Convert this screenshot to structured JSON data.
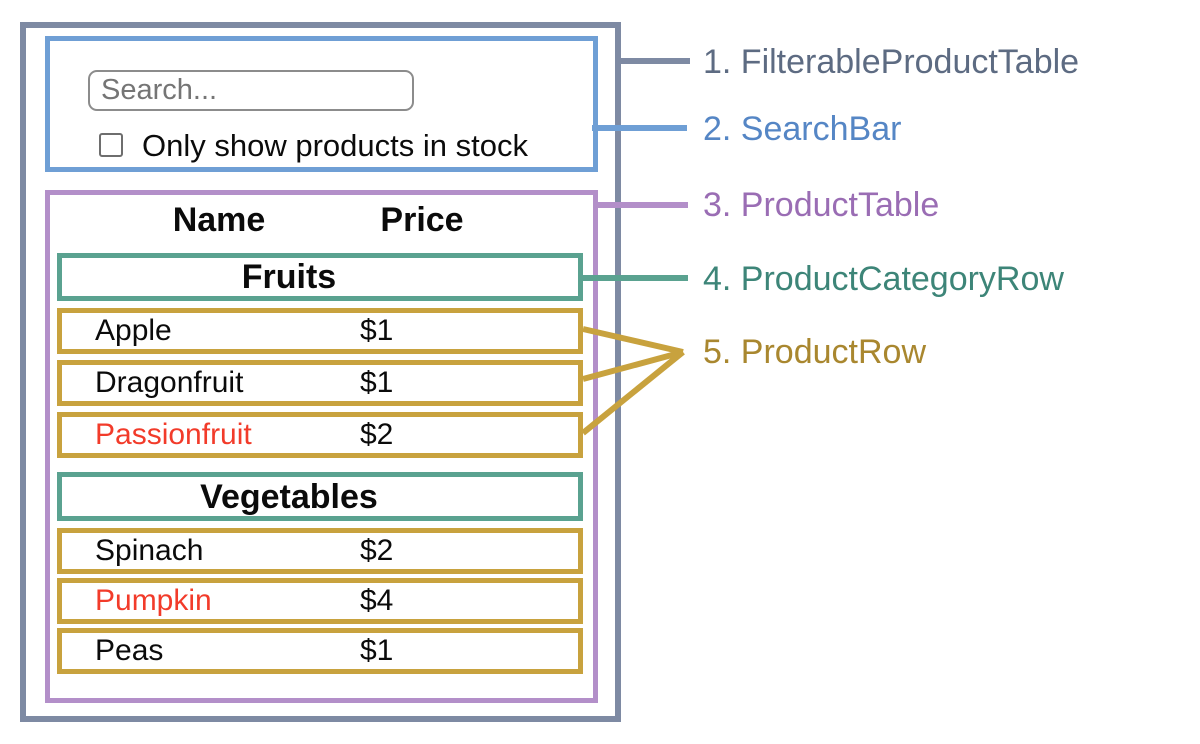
{
  "search_bar": {
    "placeholder": "Search...",
    "checkbox_label": "Only show products in stock",
    "checkbox_checked": false
  },
  "product_table": {
    "name_header": "Name",
    "price_header": "Price",
    "sections": [
      {
        "category": "Fruits",
        "rows": [
          {
            "name": "Apple",
            "price": "$1",
            "in_stock": true
          },
          {
            "name": "Dragonfruit",
            "price": "$1",
            "in_stock": true
          },
          {
            "name": "Passionfruit",
            "price": "$2",
            "in_stock": false
          }
        ]
      },
      {
        "category": "Vegetables",
        "rows": [
          {
            "name": "Spinach",
            "price": "$2",
            "in_stock": true
          },
          {
            "name": "Pumpkin",
            "price": "$4",
            "in_stock": false
          },
          {
            "name": "Peas",
            "price": "$1",
            "in_stock": true
          }
        ]
      }
    ]
  },
  "legend": {
    "items": [
      {
        "label": "1. FilterableProductTable",
        "color": "#5d6b82"
      },
      {
        "label": "2. SearchBar",
        "color": "#5586c5"
      },
      {
        "label": "3. ProductTable",
        "color": "#9a6db4"
      },
      {
        "label": "4. ProductCategoryRow",
        "color": "#3d8578"
      },
      {
        "label": "5. ProductRow",
        "color": "#a9872f"
      }
    ]
  },
  "colors": {
    "outer_border": "#7e8aa3",
    "searchbar_border": "#6f9fd5",
    "table_border": "#b38fc9",
    "category_border": "#5aa290",
    "row_border": "#c8a23e",
    "out_of_stock_text": "#f23b2a",
    "text": "#0b0b0b",
    "background": "#ffffff"
  }
}
